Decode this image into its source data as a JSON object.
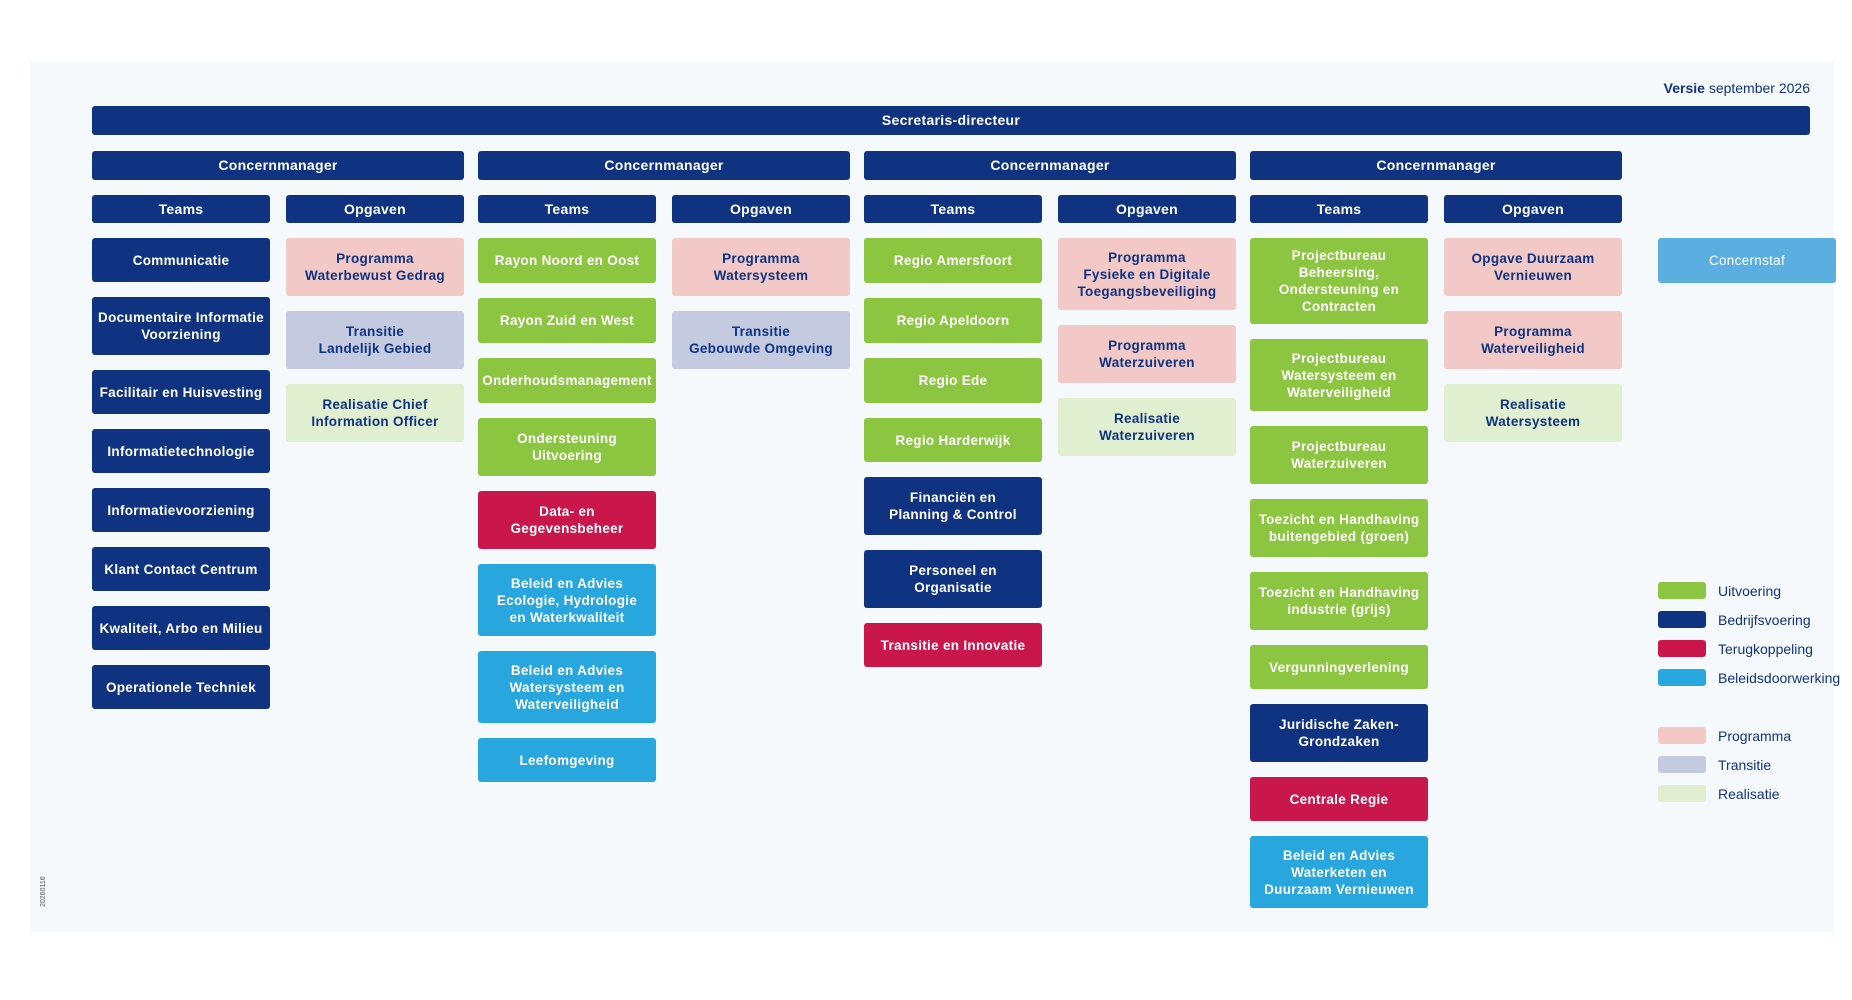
{
  "version": {
    "label": "Versie",
    "date": "september 2026"
  },
  "top": {
    "title": "Secretaris-directeur"
  },
  "groups": [
    {
      "manager": "Concernmanager",
      "teams_label": "Teams",
      "opgaven_label": "Opgaven",
      "teams": [
        {
          "label": "Communicatie",
          "color": "blue"
        },
        {
          "label": "Documentaire Informatie\nVoorziening",
          "color": "blue"
        },
        {
          "label": "Facilitair en Huisvesting",
          "color": "blue"
        },
        {
          "label": "Informatietechnologie",
          "color": "blue"
        },
        {
          "label": "Informatievoorziening",
          "color": "blue"
        },
        {
          "label": "Klant Contact Centrum",
          "color": "blue"
        },
        {
          "label": "Kwaliteit, Arbo en Milieu",
          "color": "blue"
        },
        {
          "label": "Operationele Techniek",
          "color": "blue"
        }
      ],
      "opgaven": [
        {
          "label": "Programma\nWaterbewust Gedrag",
          "color": "pink"
        },
        {
          "label": "Transitie\nLandelijk Gebied",
          "color": "lav"
        },
        {
          "label": "Realisatie Chief\nInformation Officer",
          "color": "lgreen"
        }
      ]
    },
    {
      "manager": "Concernmanager",
      "teams_label": "Teams",
      "opgaven_label": "Opgaven",
      "teams": [
        {
          "label": "Rayon Noord en Oost",
          "color": "green"
        },
        {
          "label": "Rayon Zuid en West",
          "color": "green"
        },
        {
          "label": "Onderhoudsmanagement",
          "color": "green"
        },
        {
          "label": "Ondersteuning\nUitvoering",
          "color": "green"
        },
        {
          "label": "Data- en\nGegevensbeheer",
          "color": "red"
        },
        {
          "label": "Beleid en Advies\nEcologie, Hydrologie\nen Waterkwaliteit",
          "color": "cyan"
        },
        {
          "label": "Beleid en Advies\nWatersysteem en\nWaterveiligheid",
          "color": "cyan"
        },
        {
          "label": "Leefomgeving",
          "color": "cyan"
        }
      ],
      "opgaven": [
        {
          "label": "Programma\nWatersysteem",
          "color": "pink"
        },
        {
          "label": "Transitie\nGebouwde Omgeving",
          "color": "lav"
        }
      ]
    },
    {
      "manager": "Concernmanager",
      "teams_label": "Teams",
      "opgaven_label": "Opgaven",
      "teams": [
        {
          "label": "Regio Amersfoort",
          "color": "green"
        },
        {
          "label": "Regio Apeldoorn",
          "color": "green"
        },
        {
          "label": "Regio Ede",
          "color": "green"
        },
        {
          "label": "Regio Harderwijk",
          "color": "green"
        },
        {
          "label": "Financiën en\nPlanning & Control",
          "color": "blue"
        },
        {
          "label": "Personeel en\nOrganisatie",
          "color": "blue"
        },
        {
          "label": "Transitie en Innovatie",
          "color": "red"
        }
      ],
      "opgaven": [
        {
          "label": "Programma\nFysieke en Digitale\nToegangsbeveiliging",
          "color": "pink"
        },
        {
          "label": "Programma\nWaterzuiveren",
          "color": "pink"
        },
        {
          "label": "Realisatie\nWaterzuiveren",
          "color": "lgreen"
        }
      ]
    },
    {
      "manager": "Concernmanager",
      "teams_label": "Teams",
      "opgaven_label": "Opgaven",
      "teams": [
        {
          "label": "Projectbureau\nBeheersing,\nOndersteuning en\nContracten",
          "color": "green"
        },
        {
          "label": "Projectbureau\nWatersysteem en\nWaterveiligheid",
          "color": "green"
        },
        {
          "label": "Projectbureau\nWaterzuiveren",
          "color": "green"
        },
        {
          "label": "Toezicht en Handhaving\nbuitengebied (groen)",
          "color": "green"
        },
        {
          "label": "Toezicht en Handhaving\nindustrie (grijs)",
          "color": "green"
        },
        {
          "label": "Vergunningverlening",
          "color": "green"
        },
        {
          "label": "Juridische Zaken-\nGrondzaken",
          "color": "blue"
        },
        {
          "label": "Centrale Regie",
          "color": "red"
        },
        {
          "label": "Beleid en Advies\nWaterketen en\nDuurzaam Vernieuwen",
          "color": "cyan"
        }
      ],
      "opgaven": [
        {
          "label": "Opgave Duurzaam\nVernieuwen",
          "color": "pink"
        },
        {
          "label": "Programma\nWaterveiligheid",
          "color": "pink"
        },
        {
          "label": "Realisatie\nWatersysteem",
          "color": "lgreen"
        }
      ]
    }
  ],
  "concernstaf": {
    "label": "Concernstaf"
  },
  "legend": {
    "primary": [
      {
        "label": "Uitvoering",
        "color": "#8cc540"
      },
      {
        "label": "Bedrijfsvoering",
        "color": "#0f3380"
      },
      {
        "label": "Terugkoppeling",
        "color": "#c9174c"
      },
      {
        "label": "Beleidsdoorwerking",
        "color": "#28a6de"
      }
    ],
    "secondary": [
      {
        "label": "Programma",
        "color": "#f2c9c6"
      },
      {
        "label": "Transitie",
        "color": "#c4cbe1"
      },
      {
        "label": "Realisatie",
        "color": "#e1efd1"
      }
    ]
  },
  "doc_number": "20260116"
}
